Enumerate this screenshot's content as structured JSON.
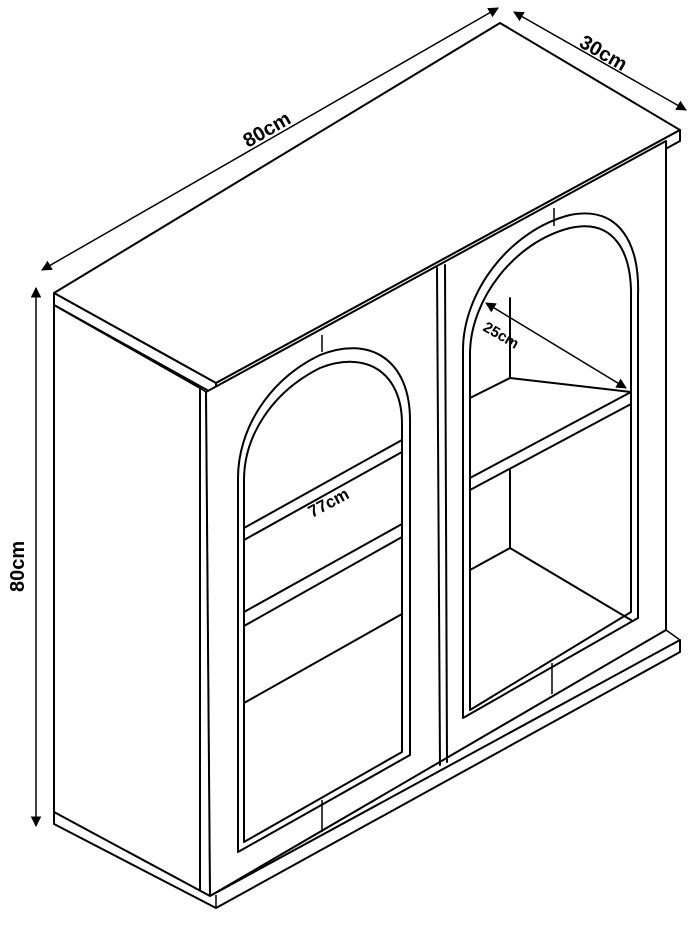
{
  "dimensions": {
    "width": "80cm",
    "depth": "30cm",
    "height": "80cm",
    "shelf_width": "77cm",
    "shelf_depth": "25cm"
  },
  "colors": {
    "line": "#000000",
    "background": "#ffffff"
  }
}
